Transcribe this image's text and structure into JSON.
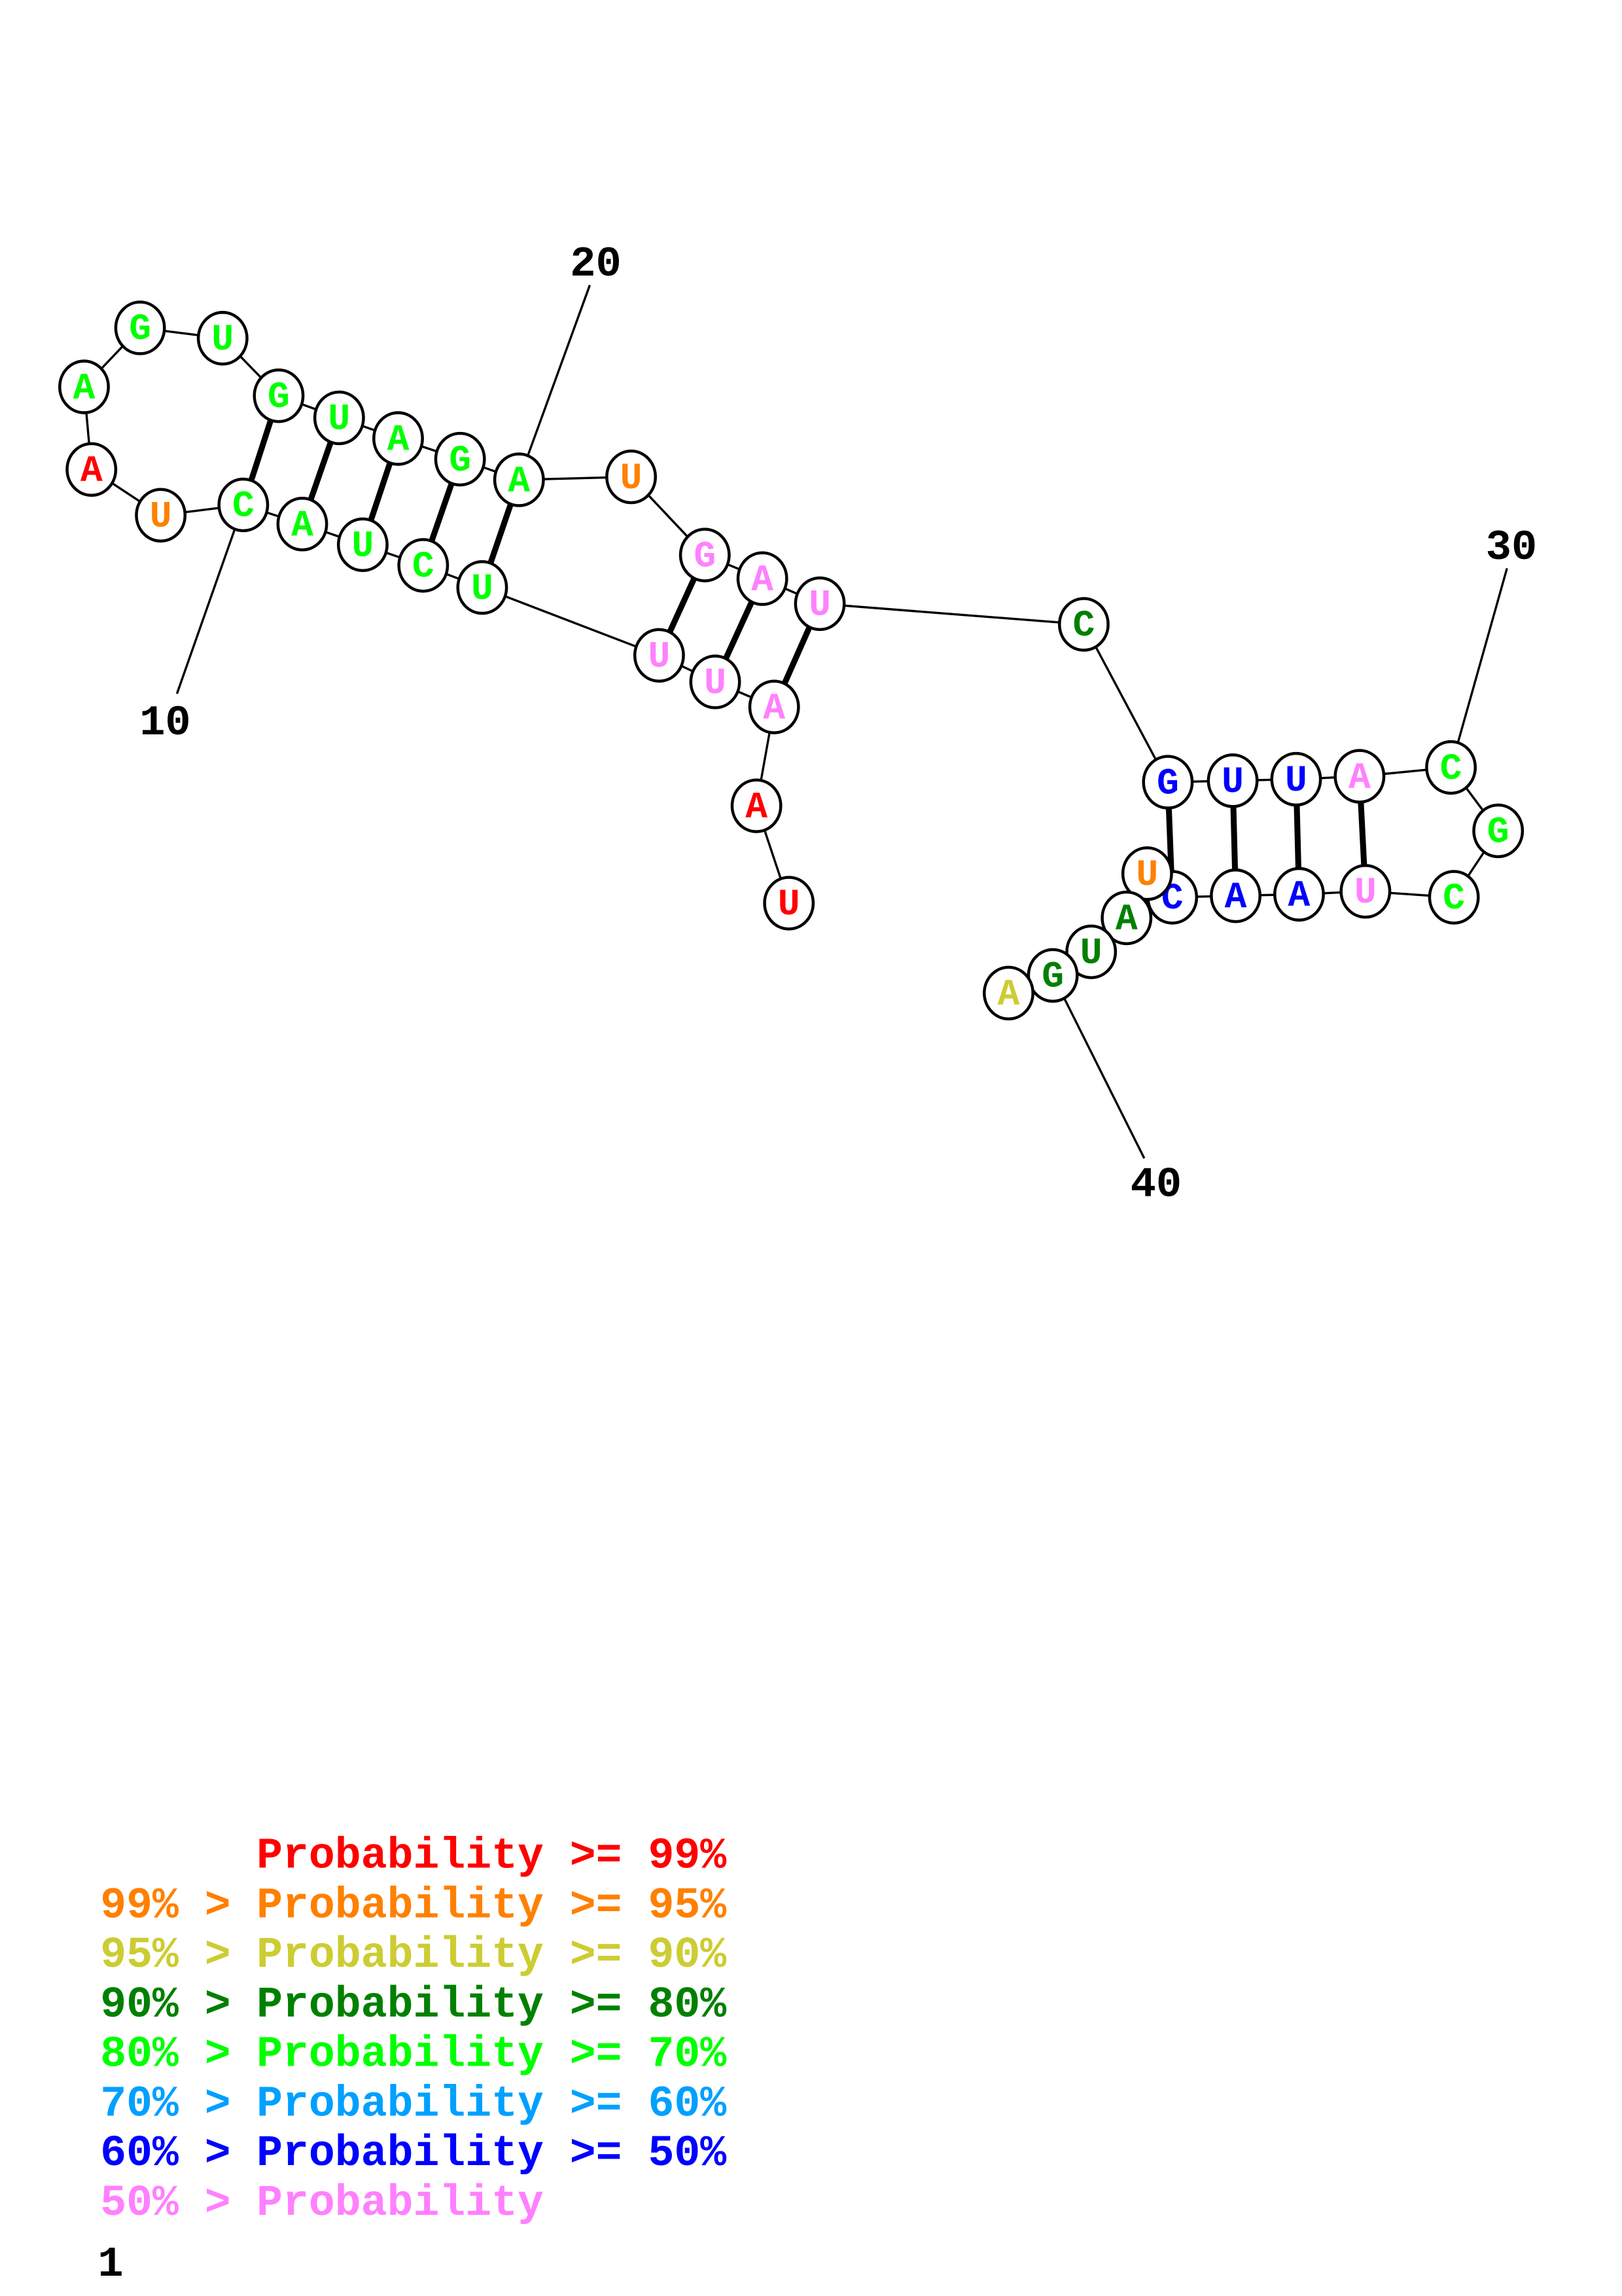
{
  "colors": {
    "p99": "#ff0000",
    "p95": "#ff8000",
    "p90": "#cccc33",
    "p80": "#008000",
    "p70": "#00ff00",
    "p60": "#00a0ff",
    "p50": "#0000ff",
    "plow": "#ff80ff"
  },
  "sequence": [
    {
      "n": 1,
      "base": "U",
      "prob": "p99"
    },
    {
      "n": 2,
      "base": "A",
      "prob": "p99"
    },
    {
      "n": 3,
      "base": "A",
      "prob": "plow"
    },
    {
      "n": 4,
      "base": "U",
      "prob": "plow"
    },
    {
      "n": 5,
      "base": "U",
      "prob": "plow"
    },
    {
      "n": 6,
      "base": "U",
      "prob": "p70"
    },
    {
      "n": 7,
      "base": "C",
      "prob": "p70"
    },
    {
      "n": 8,
      "base": "U",
      "prob": "p70"
    },
    {
      "n": 9,
      "base": "A",
      "prob": "p70"
    },
    {
      "n": 10,
      "base": "C",
      "prob": "p70"
    },
    {
      "n": 11,
      "base": "U",
      "prob": "p95"
    },
    {
      "n": 12,
      "base": "A",
      "prob": "p99"
    },
    {
      "n": 13,
      "base": "A",
      "prob": "p70"
    },
    {
      "n": 14,
      "base": "G",
      "prob": "p70"
    },
    {
      "n": 15,
      "base": "U",
      "prob": "p70"
    },
    {
      "n": 16,
      "base": "G",
      "prob": "p70"
    },
    {
      "n": 17,
      "base": "U",
      "prob": "p70"
    },
    {
      "n": 18,
      "base": "A",
      "prob": "p70"
    },
    {
      "n": 19,
      "base": "G",
      "prob": "p70"
    },
    {
      "n": 20,
      "base": "A",
      "prob": "p70"
    },
    {
      "n": 21,
      "base": "U",
      "prob": "p95"
    },
    {
      "n": 22,
      "base": "G",
      "prob": "plow"
    },
    {
      "n": 23,
      "base": "A",
      "prob": "plow"
    },
    {
      "n": 24,
      "base": "U",
      "prob": "plow"
    },
    {
      "n": 25,
      "base": "C",
      "prob": "p80"
    },
    {
      "n": 26,
      "base": "G",
      "prob": "p50"
    },
    {
      "n": 27,
      "base": "U",
      "prob": "p50"
    },
    {
      "n": 28,
      "base": "U",
      "prob": "p50"
    },
    {
      "n": 29,
      "base": "A",
      "prob": "plow"
    },
    {
      "n": 30,
      "base": "C",
      "prob": "p70"
    },
    {
      "n": 31,
      "base": "G",
      "prob": "p70"
    },
    {
      "n": 32,
      "base": "C",
      "prob": "p70"
    },
    {
      "n": 33,
      "base": "U",
      "prob": "plow"
    },
    {
      "n": 34,
      "base": "A",
      "prob": "p50"
    },
    {
      "n": 35,
      "base": "A",
      "prob": "p50"
    },
    {
      "n": 36,
      "base": "C",
      "prob": "p50"
    },
    {
      "n": 37,
      "base": "U",
      "prob": "p95"
    },
    {
      "n": 38,
      "base": "A",
      "prob": "p80"
    },
    {
      "n": 39,
      "base": "U",
      "prob": "p80"
    },
    {
      "n": 40,
      "base": "G",
      "prob": "p80"
    },
    {
      "n": 41,
      "base": "A",
      "prob": "p90"
    }
  ],
  "pairs": [
    [
      10,
      16
    ],
    [
      9,
      17
    ],
    [
      8,
      18
    ],
    [
      7,
      19
    ],
    [
      6,
      20
    ],
    [
      5,
      22
    ],
    [
      4,
      23
    ],
    [
      3,
      24
    ],
    [
      26,
      36
    ],
    [
      27,
      35
    ],
    [
      28,
      34
    ],
    [
      29,
      33
    ]
  ],
  "position_labels": [
    "10",
    "20",
    "30",
    "40"
  ],
  "page_number": "1",
  "legend": [
    {
      "prefix": "    ",
      "label": "Probability >= 99%",
      "prefix_color": "p99",
      "color": "p99"
    },
    {
      "prefix": "99% > ",
      "label": "Probability >= 95%",
      "prefix_color": "p95",
      "color": "p95"
    },
    {
      "prefix": "95% > ",
      "label": "Probability >= 90%",
      "prefix_color": "p90",
      "color": "p90"
    },
    {
      "prefix": "90% > ",
      "label": "Probability >= 80%",
      "prefix_color": "p80",
      "color": "p80"
    },
    {
      "prefix": "80% > ",
      "label": "Probability >= 70%",
      "prefix_color": "p70",
      "color": "p70"
    },
    {
      "prefix": "70% > ",
      "label": "Probability >= 60%",
      "prefix_color": "p60",
      "color": "p60"
    },
    {
      "prefix": "60% > ",
      "label": "Probability >= 50%",
      "prefix_color": "p50",
      "color": "p50"
    },
    {
      "prefix": "50% > ",
      "label": "Probability",
      "prefix_color": "plow",
      "color": "plow"
    }
  ]
}
